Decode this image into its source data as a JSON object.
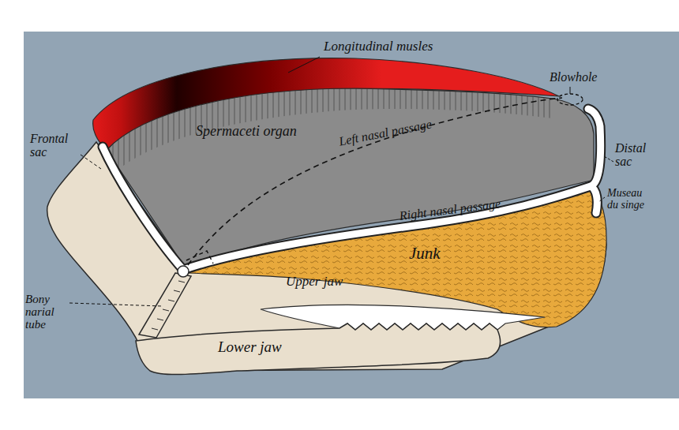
{
  "diagram": {
    "labels": [
      "Longitudinal musles",
      "Blowhole",
      "Frontal sac",
      "Spermaceti organ",
      "Left nasal passage",
      "Distal sac",
      "Right nasal passage",
      "Museau du singe",
      "Junk",
      "Upper jaw",
      "Bony narial tube",
      "Lower jaw"
    ]
  }
}
